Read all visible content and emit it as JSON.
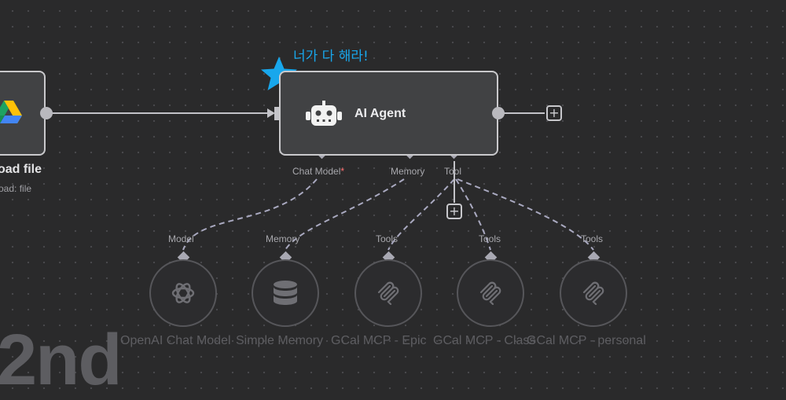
{
  "annotation": {
    "sticker_text": "너가 다 해라!",
    "star_color": "#18a7ec"
  },
  "left_node": {
    "title": "oad file",
    "subtitle": "oad: file",
    "icon": "google-drive-icon"
  },
  "agent": {
    "title": "AI Agent",
    "icon": "robot-icon",
    "ports": [
      {
        "label": "Chat Model",
        "required_mark": "*"
      },
      {
        "label": "Memory",
        "required_mark": ""
      },
      {
        "label": "Tool",
        "required_mark": ""
      }
    ]
  },
  "sub_nodes": [
    {
      "port_label": "Model",
      "title": "OpenAI Chat Model",
      "icon": "openai-icon"
    },
    {
      "port_label": "Memory",
      "title": "Simple Memory",
      "icon": "database-icon"
    },
    {
      "port_label": "Tools",
      "title": "GCal MCP - Epic",
      "icon": "mcp-icon"
    },
    {
      "port_label": "Tools",
      "title": "GCal MCP - Class",
      "icon": "mcp-icon"
    },
    {
      "port_label": "Tools",
      "title": "GCal MCP - personal",
      "icon": "mcp-icon"
    }
  ],
  "watermark": {
    "text": "2nd"
  },
  "colors": {
    "accent": "#18a7ec",
    "required": "#ff6b6b",
    "connection": "#a9a9c0"
  }
}
